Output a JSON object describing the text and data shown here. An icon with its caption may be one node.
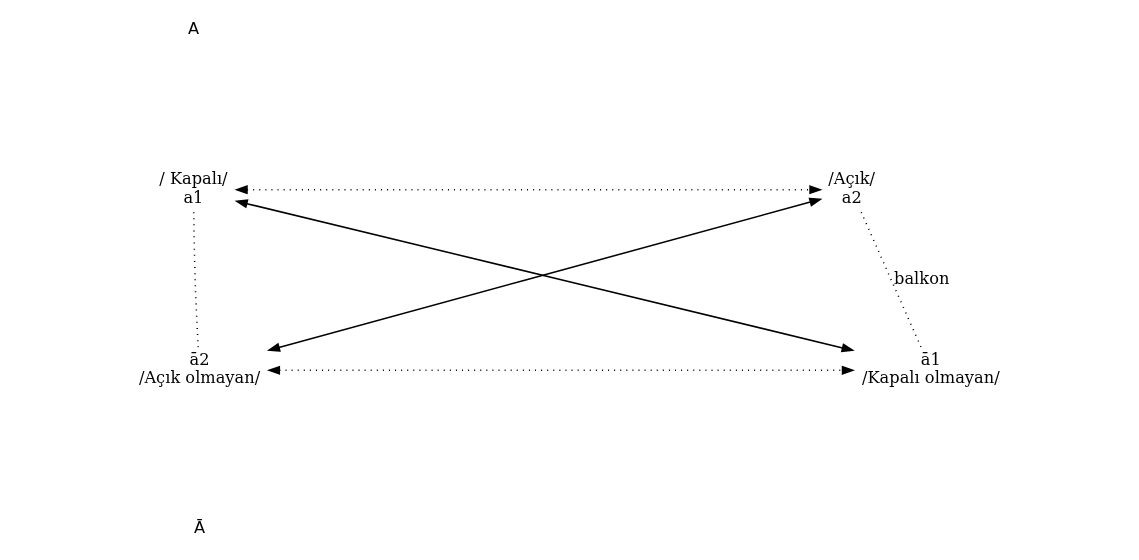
{
  "diagram": {
    "nodes": [
      {
        "text": [
          "a1"
        ],
        "beside": [
          "/ Kapalı/"
        ]
      },
      {
        "text": [
          "a2"
        ],
        "beside": [
          "/Açık/"
        ]
      },
      {
        "text": [
          "ā2"
        ],
        "beside": [
          "/Açık olmayan/"
        ]
      },
      {
        "text": [
          "ā1"
        ],
        "beside": [
          "/Kapalı olmayan/"
        ]
      }
    ],
    "edges": [
      {
        "from": 0,
        "to": 1,
        "arrow": "both",
        "style": "dashed"
      },
      {
        "from": 0,
        "to": 3,
        "arrow": "both"
      },
      {
        "from": 1,
        "to": 2,
        "arrow": "both"
      },
      {
        "from": 0,
        "to": 2,
        "arrow": "none",
        "style": "dashed"
      },
      {
        "from": 1,
        "to": 3,
        "arrow": "none",
        "style": "dashed",
        "label": "balkon"
      },
      {
        "from": 2,
        "to": 3,
        "arrow": "both",
        "style": "dashed"
      }
    ],
    "labels": [
      "A",
      "Ā"
    ]
  }
}
